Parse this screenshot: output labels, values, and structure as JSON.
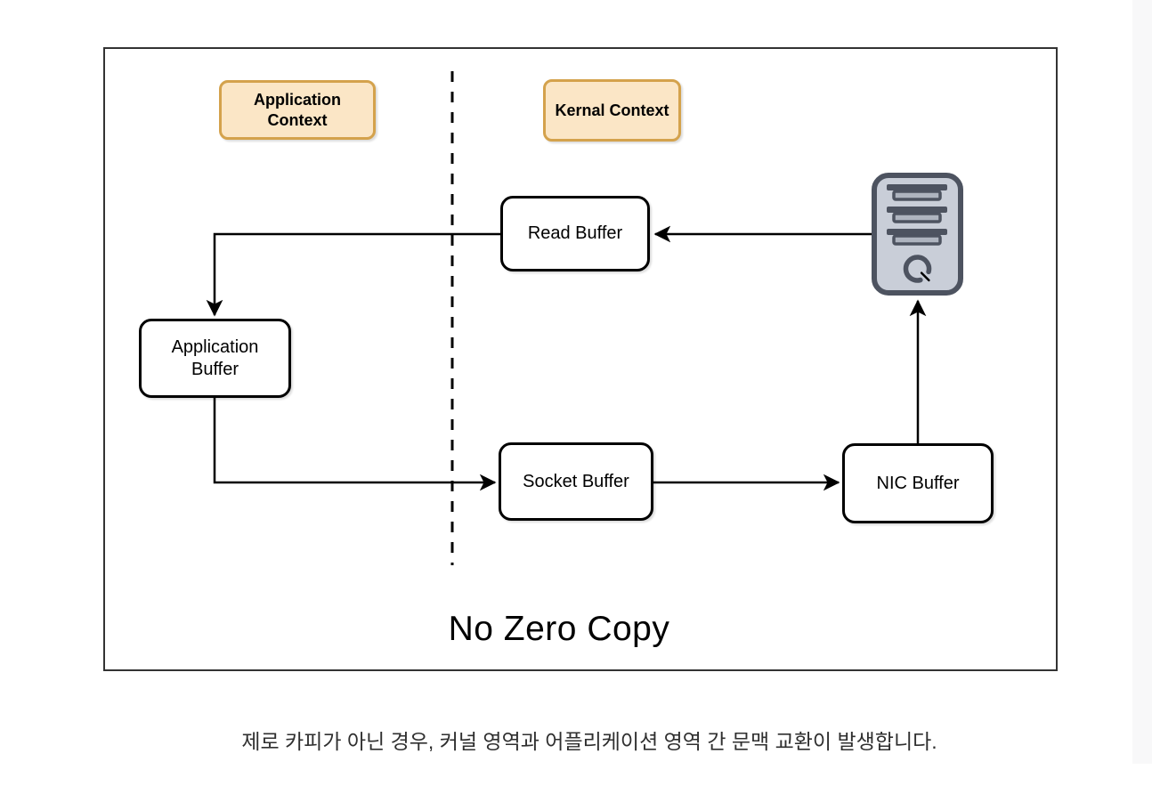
{
  "colors": {
    "context_fill": "#FBE6C6",
    "context_border": "#D4A24C",
    "node_fill": "#FFFFFF",
    "node_border": "#000000",
    "connector": "#000000",
    "server_fill": "#C9CED8",
    "server_stroke": "#4D5360",
    "server_panel": "#AEB4BF",
    "frame_border": "#333333",
    "caption_text": "#2F2F2F"
  },
  "diagram": {
    "context_labels": {
      "application": "Application Context",
      "kernal": "Kernal Context"
    },
    "nodes": {
      "read_buffer": "Read Buffer",
      "application_buffer": "Application Buffer",
      "socket_buffer": "Socket Buffer",
      "nic_buffer": "NIC Buffer"
    },
    "icons": {
      "server": "server-icon"
    },
    "title": "No Zero Copy"
  },
  "caption": "제로 카피가 아닌 경우, 커널 영역과 어플리케이션 영역 간 문맥 교환이 발생합니다."
}
